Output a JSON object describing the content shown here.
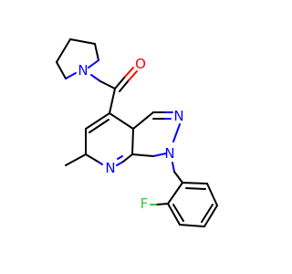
{
  "molecule": {
    "atoms": {
      "o1": {
        "symbol": "O",
        "color": "#ff0000"
      },
      "n_pyrrolidine": {
        "symbol": "N",
        "color": "#0000ff"
      },
      "n_pyrazole_2": {
        "symbol": "N",
        "color": "#0000ff"
      },
      "n_pyrazole_1": {
        "symbol": "N",
        "color": "#0000ff"
      },
      "n_pyridine": {
        "symbol": "N",
        "color": "#0000ff"
      },
      "f1": {
        "symbol": "F",
        "color": "#33cc33"
      }
    },
    "bond_color": "#000000"
  }
}
